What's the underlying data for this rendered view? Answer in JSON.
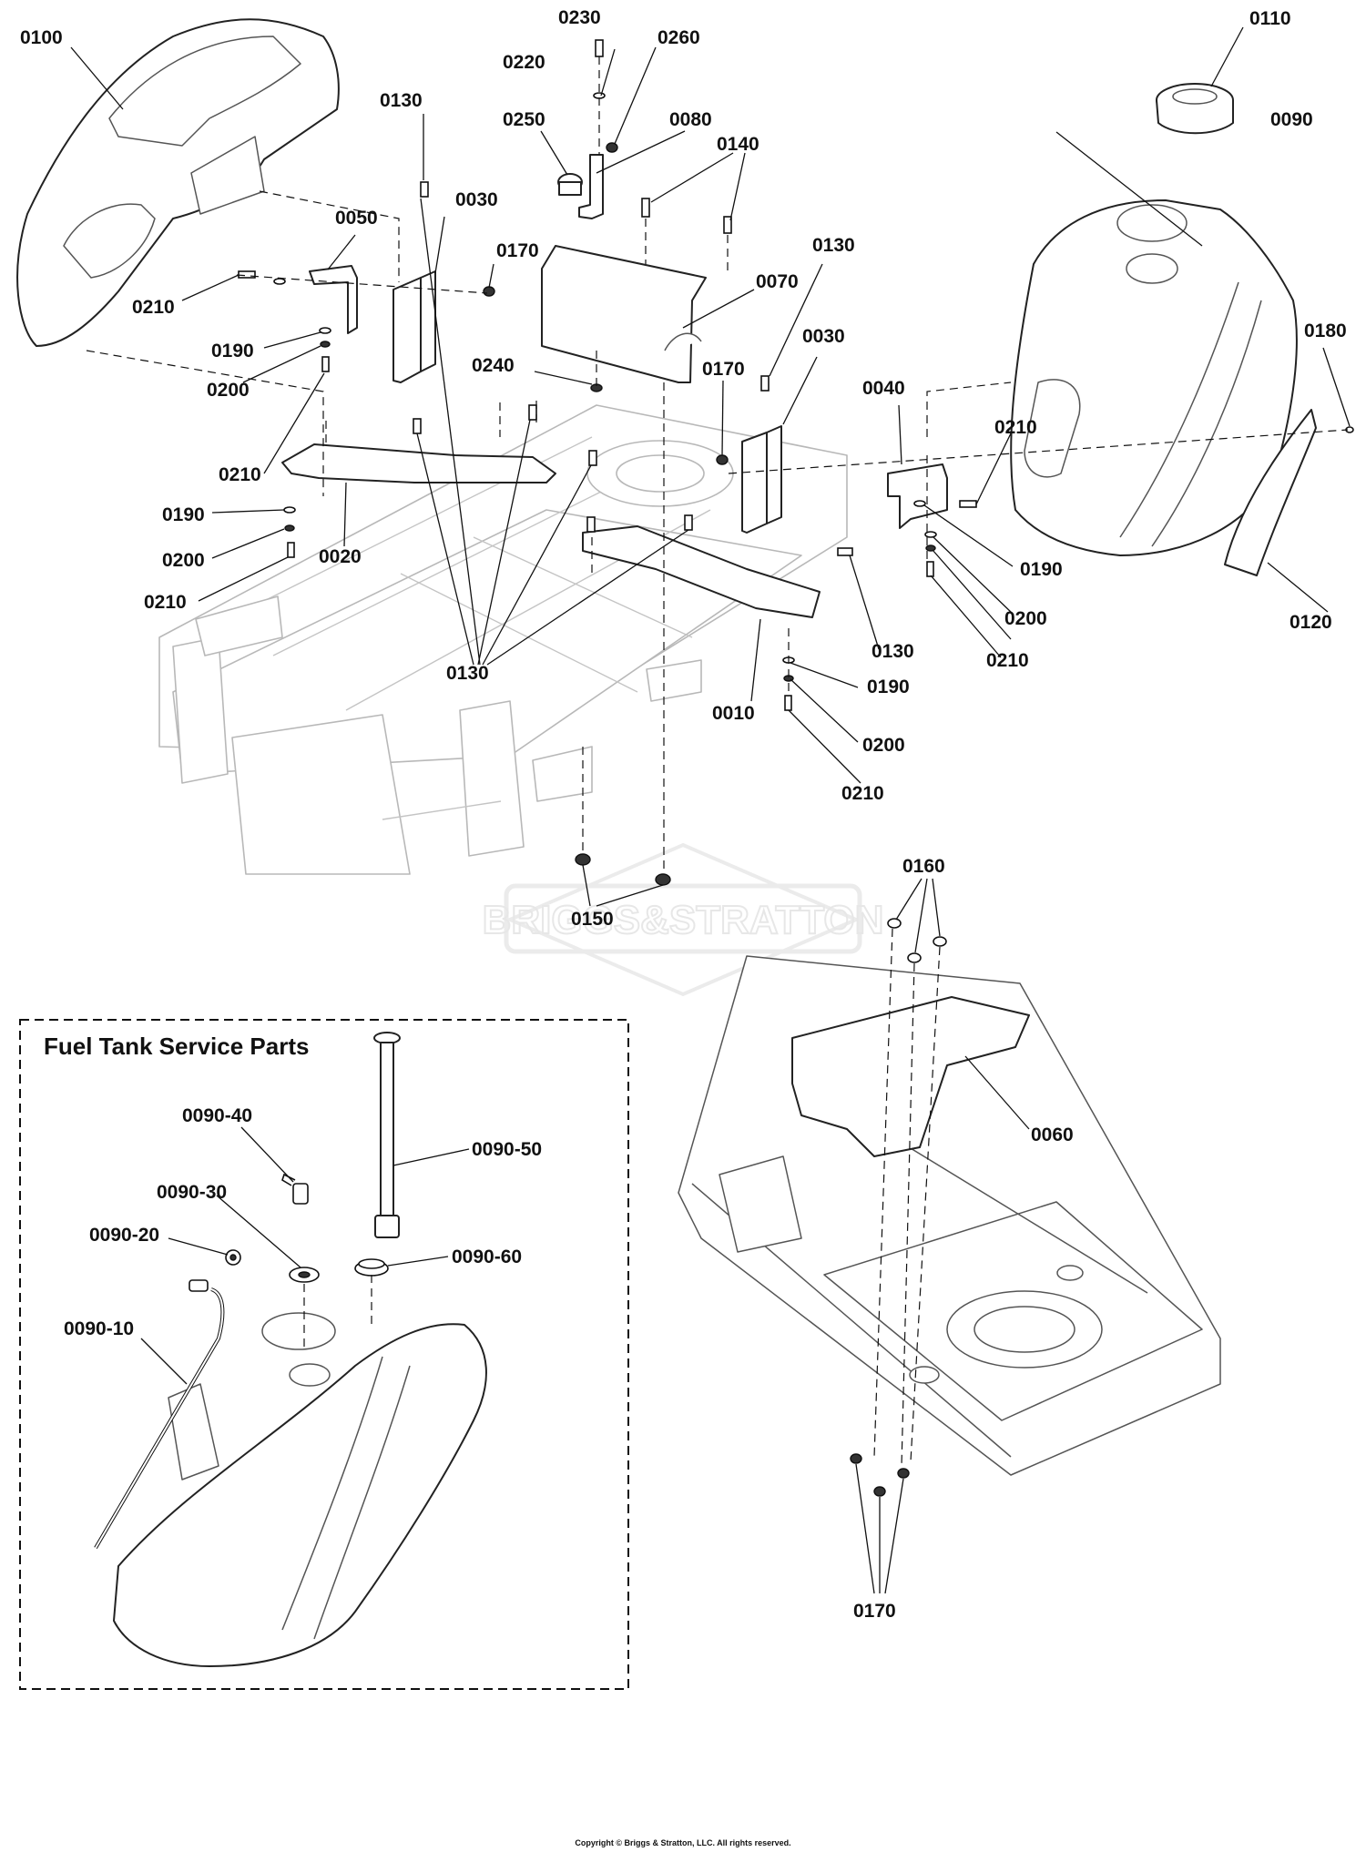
{
  "watermark": "BRIGGS&STRATTON",
  "inset": {
    "title": "Fuel Tank Service Parts"
  },
  "copyright": "Copyright © Briggs & Stratton, LLC. All rights reserved.",
  "callouts": {
    "c0100": "0100",
    "c0230": "0230",
    "c0260": "0260",
    "c0110": "0110",
    "c0220": "0220",
    "c0130a": "0130",
    "c0250": "0250",
    "c0080": "0080",
    "c0090": "0090",
    "c0140": "0140",
    "c0030a": "0030",
    "c0050": "0050",
    "c0170a": "0170",
    "c0130b": "0130",
    "c0070": "0070",
    "c0210a": "0210",
    "c0190a": "0190",
    "c0030b": "0030",
    "c0180": "0180",
    "c0240": "0240",
    "c0170b": "0170",
    "c0040": "0040",
    "c0200a": "0200",
    "c0210b": "0210",
    "c0210c": "0210",
    "c0190b": "0190",
    "c0200b": "0200",
    "c0020": "0020",
    "c0190c": "0190",
    "c0210d": "0210",
    "c0200c": "0200",
    "c0120": "0120",
    "c0130c": "0130",
    "c0210e": "0210",
    "c0130d": "0130",
    "c0190d": "0190",
    "c0010": "0010",
    "c0200d": "0200",
    "c0210f": "0210",
    "c0160": "0160",
    "c0150": "0150",
    "c0060": "0060",
    "c0170c": "0170",
    "c0090_40": "0090-40",
    "c0090_50": "0090-50",
    "c0090_30": "0090-30",
    "c0090_20": "0090-20",
    "c0090_60": "0090-60",
    "c0090_10": "0090-10"
  }
}
